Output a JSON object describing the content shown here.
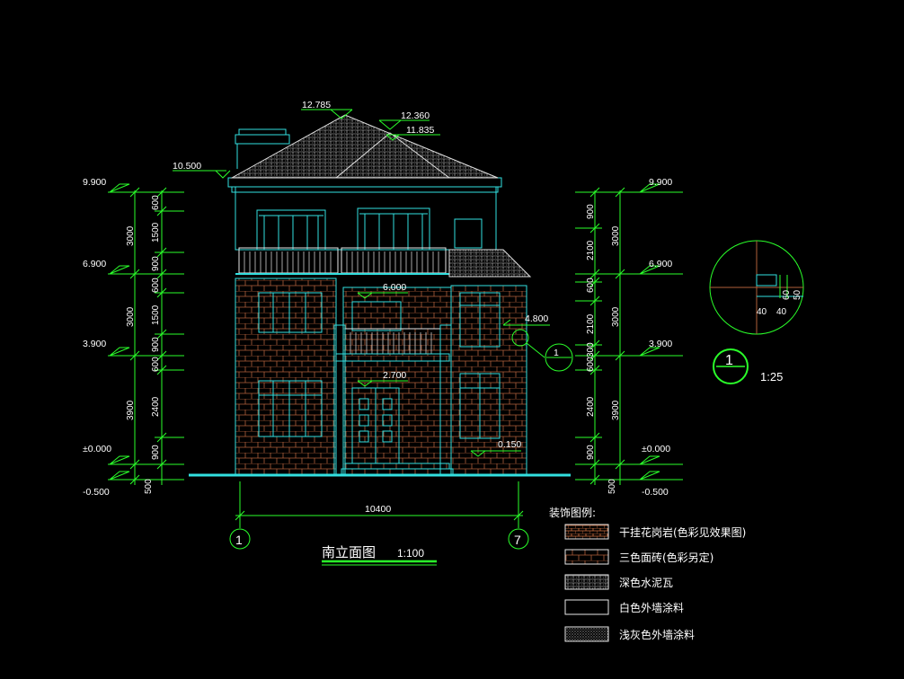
{
  "elevations_left": [
    {
      "label": "9.900"
    },
    {
      "label": "6.900"
    },
    {
      "label": "3.900"
    },
    {
      "label": "±0.000"
    },
    {
      "label": "-0.500"
    }
  ],
  "elevations_right": [
    {
      "label": "9.900"
    },
    {
      "label": "6.900"
    },
    {
      "label": "3.900"
    },
    {
      "label": "±0.000"
    },
    {
      "label": "-0.500"
    }
  ],
  "left_dims_outer": [
    "3000",
    "3000",
    "3900",
    "500"
  ],
  "left_dims_inner": [
    "600",
    "1500",
    "900",
    "600",
    "1500",
    "900",
    "600",
    "2400",
    "900"
  ],
  "right_dims_inner": [
    "900",
    "2100",
    "600",
    "2100",
    "300",
    "600",
    "2400",
    "900",
    "500"
  ],
  "right_dims_outer": [
    "3000",
    "3000",
    "3900"
  ],
  "roof_labels": {
    "ridge": "12.785",
    "hip": "12.360",
    "hip2": "11.835",
    "eave": "10.500"
  },
  "floor_labels": {
    "second": "6.000",
    "canopy": "2.700",
    "side": "4.800",
    "step": "0.150"
  },
  "axis": {
    "left": "1",
    "right": "7",
    "span": "10400"
  },
  "title": {
    "main": "南立面图",
    "scale": "1:100"
  },
  "detail": {
    "number": "1",
    "scale": "1:25",
    "d1": "40",
    "d2": "40",
    "d3": "60",
    "d4": "50"
  },
  "callout": "1",
  "legend": {
    "heading": "装饰图例:",
    "items": [
      {
        "label": "干挂花岗岩(色彩见效果图)"
      },
      {
        "label": "三色面砖(色彩另定)"
      },
      {
        "label": "深色水泥瓦"
      },
      {
        "label": "白色外墙涂料"
      },
      {
        "label": "浅灰色外墙涂料"
      }
    ]
  },
  "colors": {
    "dim": "#2aff2a",
    "outline": "#32e0e0",
    "brick": "#b0603a",
    "text": "#ffffff"
  }
}
